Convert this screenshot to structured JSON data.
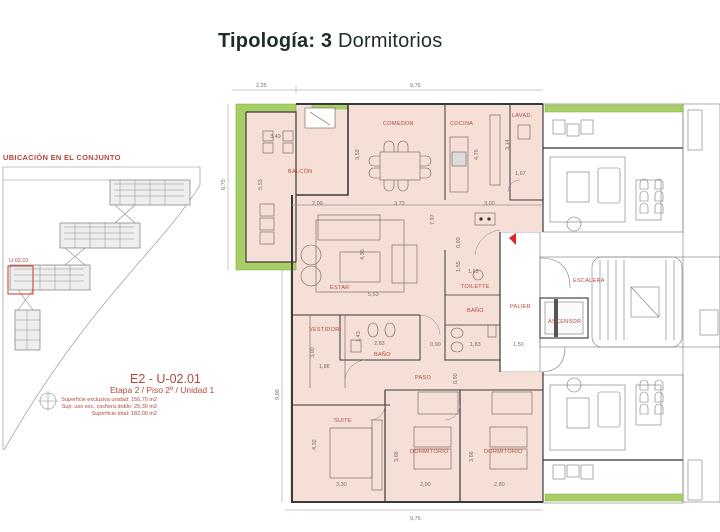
{
  "header": {
    "title_bold": "Tipología: 3",
    "title_light": " Dormitorios"
  },
  "location": {
    "title": "UBICACIÓN EN EL CONJUNTO",
    "unit_marker": "U-02.01"
  },
  "unit": {
    "code": "E2 - U-02.01",
    "subtitle": "Etapa 2 / Piso 2º / Unidad 1",
    "lines": [
      "Superficie exclusiva unidad: 156,70 m2",
      "Sup. uso exc. cochera doble: 25,30 m2",
      "Superficie total: 182,00 m2"
    ]
  },
  "rooms": {
    "balcon": "BALCÓN",
    "comedor": "COMEDOR",
    "cocina": "COCINA",
    "lavadero": "LAVAD.",
    "estar": "ESTAR",
    "toilette": "TOILETTE",
    "bano1": "BAÑO",
    "vestidor": "VESTIDOR",
    "bano2": "BAÑO",
    "paso": "PASO",
    "suite": "SUITE",
    "dormitorio1": "DORMITORIO",
    "dormitorio2": "DORMITORIO",
    "palier": "PALIER",
    "escalera": "ESCALERA",
    "ascensor": "ASCENSOR"
  },
  "dimensions": {
    "top_left": "2,25",
    "top_total": "9,75",
    "left_balcony_height": "6,75",
    "balcon_width": "3,49",
    "balcon_height": "5,53",
    "comedor_height": "3,59",
    "cocina_height": "4,76",
    "lavadero_height": "3,14",
    "lavadero_small": "1,67",
    "estar_top_left": "2,09",
    "estar_top_mid": "3,73",
    "cocina_width": "3,00",
    "estar_height_full": "7,97",
    "estar_sofa": "4,36",
    "estar_width": "5,63",
    "hall_090": "0,90",
    "toilette_h": "1,55",
    "toilette_w": "1,63",
    "bano_w": "2,83",
    "bano_h": "1,43",
    "vestidor_h": "3,00",
    "vestidor_w": "1,86",
    "paso_090": "0,90",
    "bano1_w": "1,83",
    "palier_w": "1,50",
    "paso_h": "0,90",
    "suite_h": "4,32",
    "suite_w": "3,30",
    "dorm1_h": "3,66",
    "dorm1_w": "2,90",
    "dorm2_h": "3,66",
    "dorm2_w": "2,80",
    "left_lower_height": "9,00",
    "bottom_total": "9,75"
  },
  "colors": {
    "unit_fill": "#f6dfd6",
    "accent_red": "#b4473c",
    "greenery": "#9cc45a",
    "wall": "#3a3a3a",
    "title_text": "#1f2d29",
    "entry_marker": "#d8262a"
  }
}
